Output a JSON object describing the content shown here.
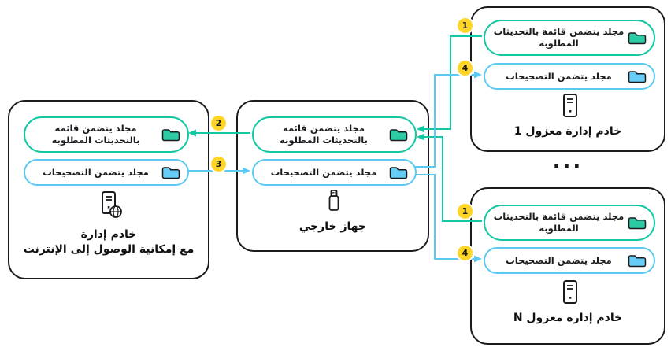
{
  "colors": {
    "teal_accent": "#12c7a2",
    "blue_accent": "#5bc9f2",
    "badge_yellow": "#ffd528",
    "outline_black": "#1b1b1f",
    "background": "#ffffff"
  },
  "labels": {
    "updates_folder": "مجلد يتضمن قائمة بالتحديثات المطلوبة",
    "patches_folder": "مجلد يتضمن التصحيحات",
    "ellipsis": "..."
  },
  "nodes": {
    "internet_server": {
      "title_line1": "خادم إدارة",
      "title_line2": "مع إمكانية الوصول إلى الإنترنت"
    },
    "external_device": {
      "title": "جهاز خارجي"
    },
    "isolated_server_1": {
      "title": "خادم إدارة معزول 1"
    },
    "isolated_server_n": {
      "title": "خادم إدارة معزول N"
    }
  },
  "badges": {
    "step1": "1",
    "step2": "2",
    "step3": "3",
    "step4": "4"
  },
  "icons": {
    "teal_folder": "folder-icon",
    "blue_folder": "folder-icon",
    "internet_server": "server-globe-icon",
    "external_device": "usb-drive-icon",
    "isolated_server": "server-icon"
  }
}
